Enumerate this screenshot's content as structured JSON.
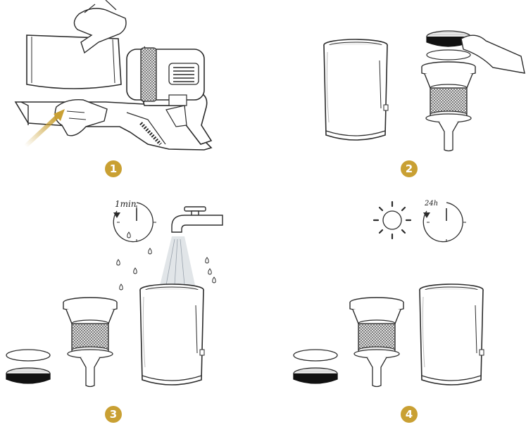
{
  "colors": {
    "accent": "#c9a033",
    "line": "#2b2b2b",
    "water": "#c9cfd6"
  },
  "steps": [
    {
      "number": "1"
    },
    {
      "number": "2"
    },
    {
      "number": "3"
    },
    {
      "number": "4"
    }
  ],
  "timers": {
    "soak": "1min",
    "dry": "24h"
  },
  "icons": [
    "timer-icon",
    "water-tap-icon",
    "sun-icon"
  ]
}
